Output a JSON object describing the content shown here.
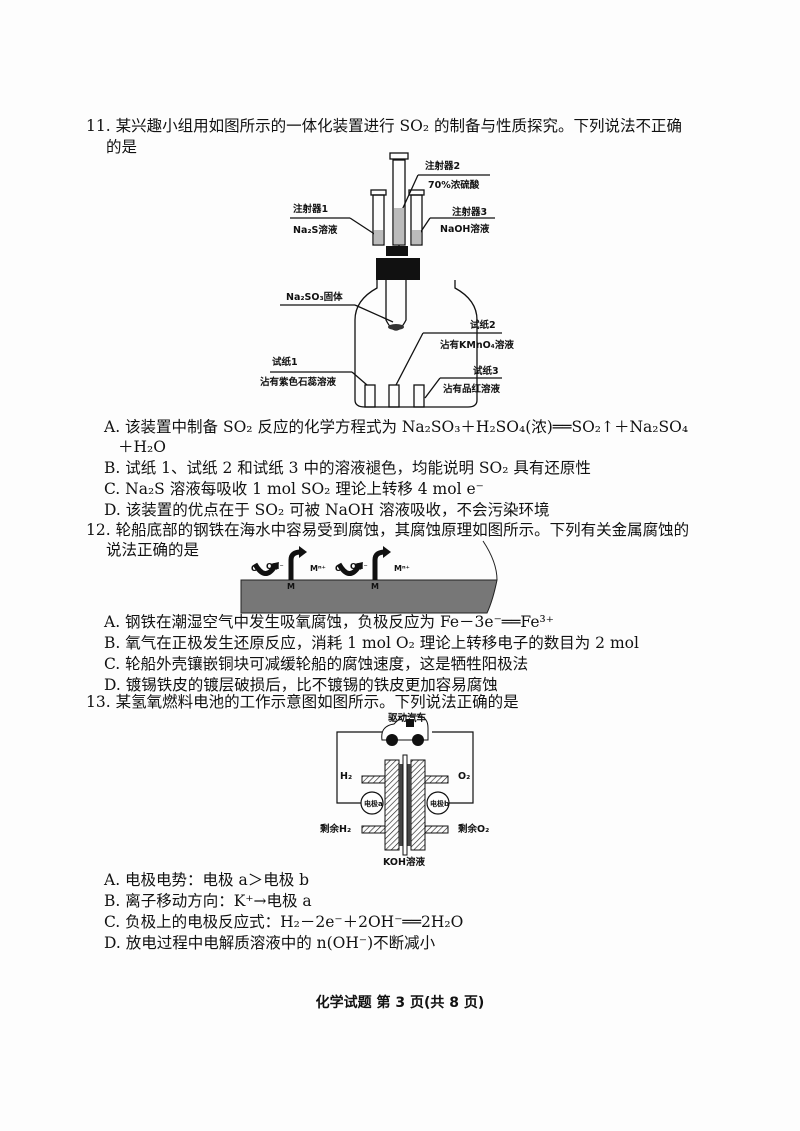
{
  "q11": {
    "stem_line1": "11. 某兴趣小组用如图所示的一体化装置进行 SO₂ 的制备与性质探究。下列说法不正确",
    "stem_line2": "的是",
    "figure": {
      "syringe2": "注射器2",
      "syringe2_content": "70%浓硫酸",
      "syringe1": "注射器1",
      "syringe1_content": "Na₂S溶液",
      "syringe3": "注射器3",
      "syringe3_content": "NaOH溶液",
      "solid": "Na₂SO₃固体",
      "paper2": "试纸2",
      "paper2_content": "沾有KMnO₄溶液",
      "paper1": "试纸1",
      "paper1_content": "沾有紫色石蕊溶液",
      "paper3": "试纸3",
      "paper3_content": "沾有品红溶液"
    },
    "options": {
      "A1": "A. 该装置中制备 SO₂ 反应的化学方程式为 Na₂SO₃＋H₂SO₄(浓)══SO₂↑＋Na₂SO₄",
      "A2": "＋H₂O",
      "B": "B. 试纸 1、试纸 2 和试纸 3 中的溶液褪色，均能说明 SO₂ 具有还原性",
      "C": "C. Na₂S 溶液每吸收 1 mol SO₂ 理论上转移 4 mol e⁻",
      "D": "D. 该装置的优点在于 SO₂ 可被 NaOH 溶液吸收，不会污染环境"
    }
  },
  "q12": {
    "stem_line1": "12. 轮船底部的钢铁在海水中容易受到腐蚀，其腐蚀原理如图所示。下列有关金属腐蚀的",
    "stem_line2": "说法正确的是",
    "figure": {
      "o2": "O₂",
      "oh": "OH⁻",
      "mn": "Mⁿ⁺",
      "m": "M"
    },
    "options": {
      "A": "A. 钢铁在潮湿空气中发生吸氧腐蚀，负极反应为 Fe－3e⁻══Fe³⁺",
      "B": "B. 氧气在正极发生还原反应，消耗 1 mol O₂ 理论上转移电子的数目为 2 mol",
      "C": "C. 轮船外壳镶嵌铜块可减缓轮船的腐蚀速度，这是牺牲阳极法",
      "D": "D. 镀锡铁皮的镀层破损后，比不镀锡的铁皮更加容易腐蚀"
    }
  },
  "q13": {
    "stem": "13. 某氢氧燃料电池的工作示意图如图所示。下列说法正确的是",
    "figure": {
      "car": "驱动汽车",
      "h2": "H₂",
      "o2": "O₂",
      "electrode_a": "电极a",
      "electrode_b": "电极b",
      "rest_h2": "剩余H₂",
      "rest_o2": "剩余O₂",
      "koh": "KOH溶液"
    },
    "options": {
      "A": "A. 电极电势：电极 a＞电极 b",
      "B": "B. 离子移动方向：K⁺→电极 a",
      "C": "C. 负极上的电极反应式：H₂－2e⁻＋2OH⁻══2H₂O",
      "D": "D. 放电过程中电解质溶液中的 n(OH⁻)不断减小"
    }
  },
  "footer": "化学试题 第 3 页(共 8 页)"
}
